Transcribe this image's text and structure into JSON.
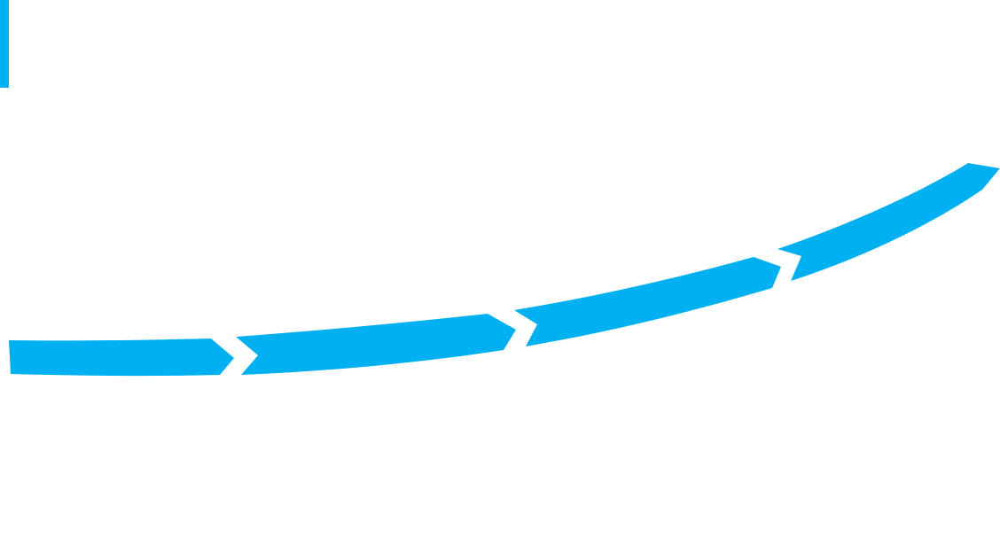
{
  "slide": {
    "accent_color": "#00b0f0",
    "background_color": "#ffffff"
  },
  "diagram": {
    "type": "curved-chevron-process",
    "segment_count": 4,
    "segment_color": "#00b0f0",
    "segments": [
      {
        "shape": "start-with-pointed-end"
      },
      {
        "shape": "chevron"
      },
      {
        "shape": "chevron"
      },
      {
        "shape": "chevron-terminal"
      }
    ]
  }
}
